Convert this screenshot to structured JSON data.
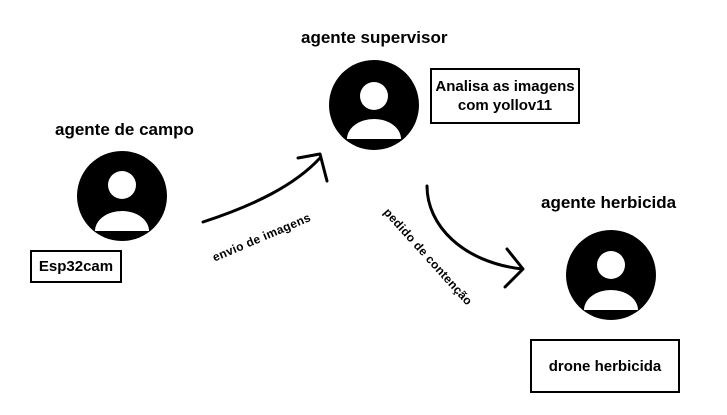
{
  "agents": {
    "field": {
      "title": "agente de campo",
      "box": "Esp32cam"
    },
    "supervisor": {
      "title": "agente supervisor",
      "box_line1": "Analisa as imagens",
      "box_line2": "com yollov11"
    },
    "herbicide": {
      "title": "agente herbicida",
      "box": "drone herbicida"
    }
  },
  "edges": {
    "send_images": "envio de imagens",
    "containment_request": "pedido de contenção"
  },
  "icons": {
    "agent": "user-avatar-icon"
  }
}
